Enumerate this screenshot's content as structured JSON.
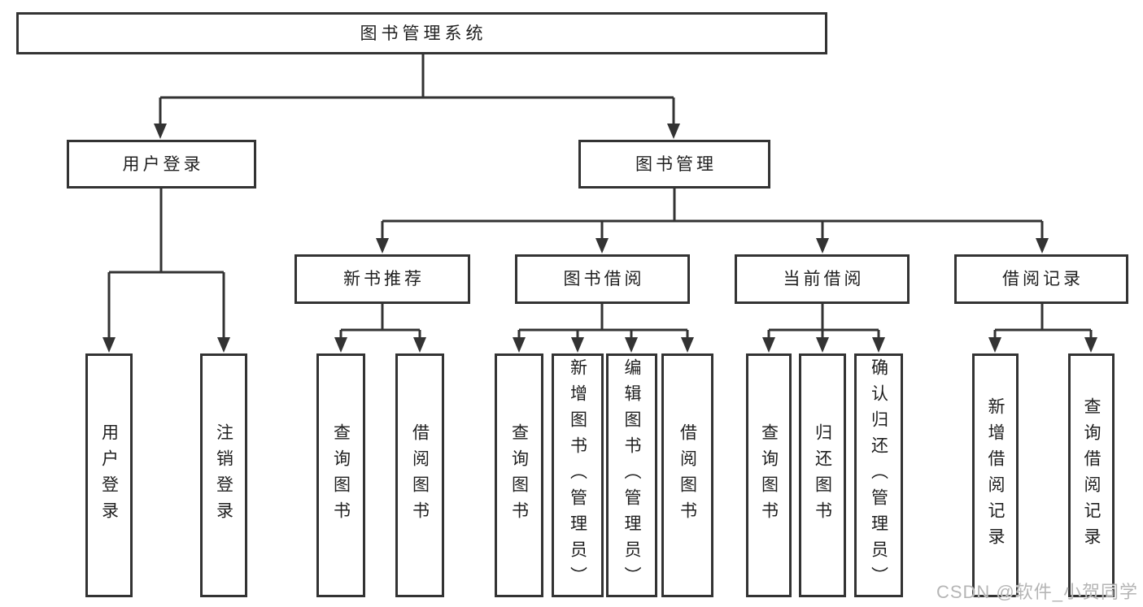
{
  "diagram_title": "图书管理系统",
  "tree": {
    "label": "图书管理系统",
    "children": [
      {
        "label": "用户登录",
        "children": [
          {
            "label": "用户登录"
          },
          {
            "label": "注销登录"
          }
        ]
      },
      {
        "label": "图书管理",
        "children": [
          {
            "label": "新书推荐",
            "children": [
              {
                "label": "查询图书"
              },
              {
                "label": "借阅图书"
              }
            ]
          },
          {
            "label": "图书借阅",
            "children": [
              {
                "label": "查询图书"
              },
              {
                "label": "新增图书（管理员）"
              },
              {
                "label": "编辑图书（管理员）"
              },
              {
                "label": "借阅图书"
              }
            ]
          },
          {
            "label": "当前借阅",
            "children": [
              {
                "label": "查询图书"
              },
              {
                "label": "归还图书"
              },
              {
                "label": "确认归还（管理员）"
              }
            ]
          },
          {
            "label": "借阅记录",
            "children": [
              {
                "label": "新增借阅记录"
              },
              {
                "label": "查询借阅记录"
              }
            ]
          }
        ]
      }
    ]
  },
  "watermark": "CSDN @软件_小贺同学",
  "colors": {
    "line": "#333333",
    "box_border": "#333333",
    "box_fill": "#ffffff",
    "text": "#1f1f1f",
    "watermark": "#b5b5b5",
    "background": "#ffffff"
  }
}
